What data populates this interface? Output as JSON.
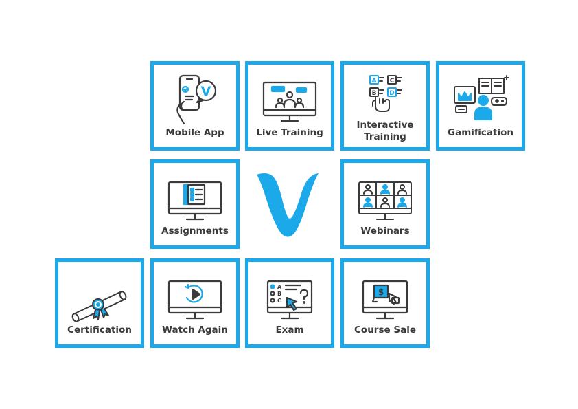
{
  "tiles": [
    {
      "label": "Mobile App"
    },
    {
      "label": "Live Training"
    },
    {
      "label": "Interactive Training"
    },
    {
      "label": "Gamification"
    },
    {
      "label": "Assignments"
    },
    {
      "label": "Webinars"
    },
    {
      "label": "Certification"
    },
    {
      "label": "Watch Again"
    },
    {
      "label": "Exam"
    },
    {
      "label": "Course Sale"
    }
  ],
  "icon_letters": {
    "mobile": "V",
    "quiz": [
      "A",
      "B",
      "C",
      "D"
    ],
    "exam": [
      "A",
      "B",
      "C"
    ],
    "price": "$"
  },
  "colors": {
    "accent": "#1ba9ea",
    "ink": "#3a3a3c"
  }
}
